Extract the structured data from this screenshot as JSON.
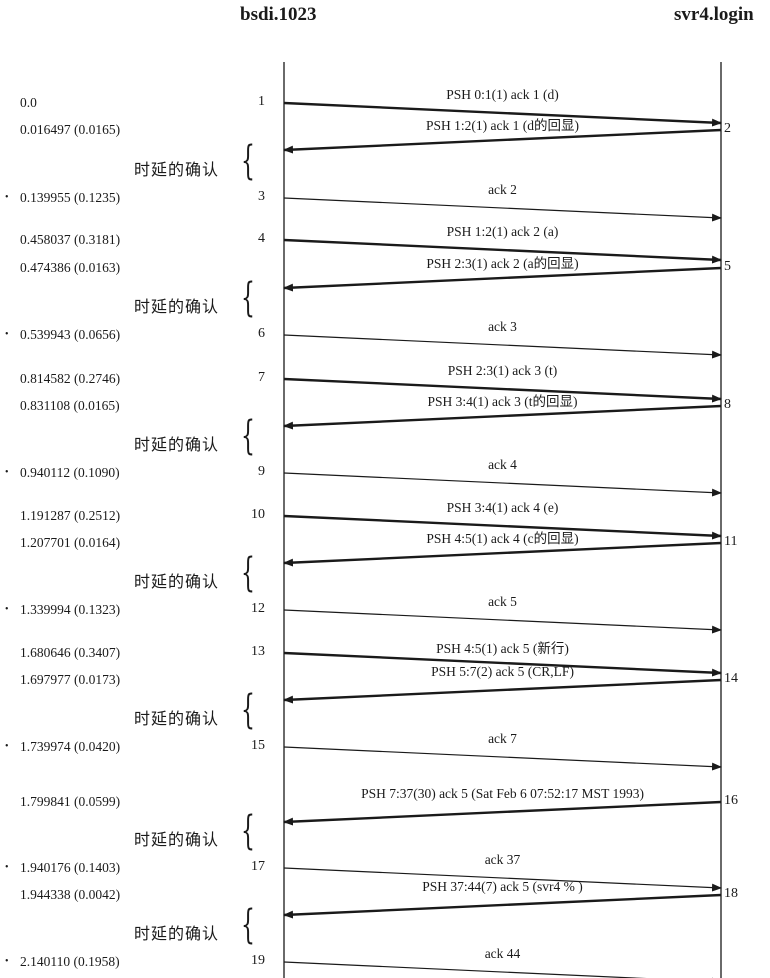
{
  "hosts": {
    "left": "bsdi.1023",
    "right": "svr4.login"
  },
  "delayed_ack_label": "时延的确认",
  "segments": [
    {
      "num": "1",
      "time": "0.0",
      "dir": "lr",
      "label": "PSH 0:1(1) ack 1 (d)"
    },
    {
      "num": "2",
      "time": "0.016497 (0.0165)",
      "dir": "rl",
      "label": "PSH 1:2(1) ack 1 (d的回显)"
    },
    {
      "num": "3",
      "time": "0.139955 (0.1235)",
      "dir": "lr",
      "label": "ack 2",
      "delayed": true
    },
    {
      "num": "4",
      "time": "0.458037 (0.3181)",
      "dir": "lr",
      "label": "PSH 1:2(1) ack 2 (a)"
    },
    {
      "num": "5",
      "time": "0.474386 (0.0163)",
      "dir": "rl",
      "label": "PSH 2:3(1) ack 2 (a的回显)"
    },
    {
      "num": "6",
      "time": "0.539943 (0.0656)",
      "dir": "lr",
      "label": "ack 3",
      "delayed": true
    },
    {
      "num": "7",
      "time": "0.814582 (0.2746)",
      "dir": "lr",
      "label": "PSH 2:3(1) ack 3 (t)"
    },
    {
      "num": "8",
      "time": "0.831108 (0.0165)",
      "dir": "rl",
      "label": "PSH 3:4(1) ack 3 (t的回显)"
    },
    {
      "num": "9",
      "time": "0.940112 (0.1090)",
      "dir": "lr",
      "label": "ack 4",
      "delayed": true
    },
    {
      "num": "10",
      "time": "1.191287 (0.2512)",
      "dir": "lr",
      "label": "PSH 3:4(1) ack 4 (e)"
    },
    {
      "num": "11",
      "time": "1.207701 (0.0164)",
      "dir": "rl",
      "label": "PSH 4:5(1) ack 4 (c的回显)"
    },
    {
      "num": "12",
      "time": "1.339994 (0.1323)",
      "dir": "lr",
      "label": "ack 5",
      "delayed": true
    },
    {
      "num": "13",
      "time": "1.680646 (0.3407)",
      "dir": "lr",
      "label": "PSH 4:5(1) ack 5 (新行)"
    },
    {
      "num": "14",
      "time": "1.697977 (0.0173)",
      "dir": "rl",
      "label": "PSH 5:7(2) ack 5 (CR,LF)"
    },
    {
      "num": "15",
      "time": "1.739974 (0.0420)",
      "dir": "lr",
      "label": "ack 7",
      "delayed": true
    },
    {
      "num": "16",
      "time": "1.799841 (0.0599)",
      "dir": "rl",
      "label": "PSH 7:37(30) ack 5 (Sat Feb 6 07:52:17 MST 1993)"
    },
    {
      "num": "17",
      "time": "1.940176 (0.1403)",
      "dir": "lr",
      "label": "ack 37",
      "delayed": true
    },
    {
      "num": "18",
      "time": "1.944338 (0.0042)",
      "dir": "rl",
      "label": "PSH 37:44(7) ack 5 (svr4 % )"
    },
    {
      "num": "19",
      "time": "2.140110 (0.1958)",
      "dir": "lr",
      "label": "ack 44",
      "delayed": true
    }
  ]
}
